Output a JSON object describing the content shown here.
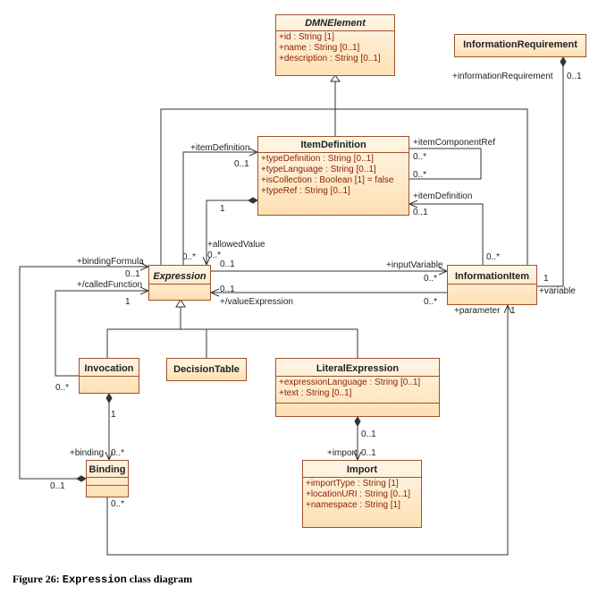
{
  "classes": {
    "dmn_element": {
      "name": "DMNElement",
      "attrs": [
        {
          "name": "+id",
          "type": " : String [1]"
        },
        {
          "name": "+name",
          "type": " : String [0..1]"
        },
        {
          "name": "+description",
          "type": " : String [0..1]"
        }
      ]
    },
    "information_requirement": {
      "name": "InformationRequirement"
    },
    "item_definition": {
      "name": "ItemDefinition",
      "attrs": [
        {
          "name": "+typeDefinition",
          "type": " : String [0..1]"
        },
        {
          "name": "+typeLanguage",
          "type": " : String [0..1]"
        },
        {
          "name": "+isCollection",
          "type": " : Boolean [1] = false"
        },
        {
          "name": "+typeRef",
          "type": " : String [0..1]"
        }
      ]
    },
    "expression": {
      "name": "Expression"
    },
    "information_item": {
      "name": "InformationItem"
    },
    "invocation": {
      "name": "Invocation"
    },
    "decision_table": {
      "name": "DecisionTable"
    },
    "literal_expression": {
      "name": "LiteralExpression",
      "attrs": [
        {
          "name": "+expressionLanguage",
          "type": " : String [0..1]"
        },
        {
          "name": "+text",
          "type": " : String [0..1]"
        }
      ]
    },
    "binding": {
      "name": "Binding"
    },
    "import": {
      "name": "Import",
      "attrs": [
        {
          "name": "+importType",
          "type": " : String [1]"
        },
        {
          "name": "+locationURI",
          "type": " : String [0..1]"
        },
        {
          "name": "+namespace",
          "type": " : String [1]"
        }
      ]
    }
  },
  "labels": {
    "information_requirement_role": "+informationRequirement",
    "information_requirement_mult": "0..1",
    "item_component_ref": "+itemComponentRef",
    "item_component_mult_a": "0..*",
    "item_component_mult_b": "0..*",
    "item_definition_role_left": "+itemDefinition",
    "item_definition_mult_left": "0..1",
    "item_definition_role_right": "+itemDefinition",
    "item_definition_mult_right": "0..1",
    "allowed_value_one": "1",
    "allowed_value_role": "+allowedValue",
    "allowed_value_mult": "0..*",
    "expr_itemdef_mult": "0..*",
    "binding_formula": "+bindingFormula",
    "binding_formula_mult": "0..1",
    "called_function": "+/calledFunction",
    "called_function_one": "1",
    "input_variable_role": "+inputVariable",
    "input_variable_mult_left": "0..1",
    "input_variable_mult_right": "0..*",
    "value_expression_role": "+/valueExpression",
    "value_expression_mult_left": "0..1",
    "value_expression_mult_right": "0..*",
    "info_item_mult_top": "0..*",
    "variable_one": "1",
    "variable_role": "+variable",
    "parameter_role": "+parameter",
    "parameter_one": "1",
    "invocation_mult_left": "0..*",
    "invocation_one": "1",
    "binding_role": "+binding",
    "binding_mult": "0..*",
    "binding_left_mult": "0..1",
    "binding_bottom_mult": "0..*",
    "import_mult_top": "0..1",
    "import_role": "+import",
    "import_mult": "0..1"
  },
  "caption": {
    "prefix": "Figure 26:  ",
    "code": "Expression",
    "suffix": " class diagram"
  }
}
